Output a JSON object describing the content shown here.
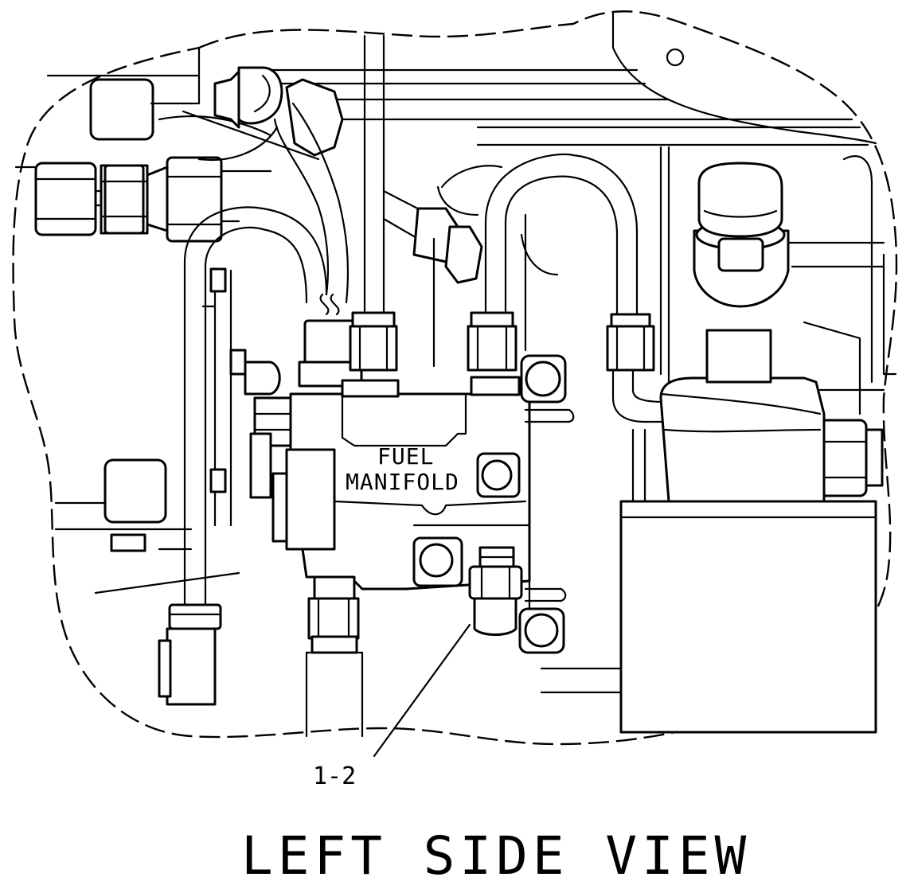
{
  "diagram": {
    "part_label_line1": "FUEL",
    "part_label_line2": "MANIFOLD",
    "callout": "1-2",
    "view_title": "LEFT SIDE VIEW"
  }
}
